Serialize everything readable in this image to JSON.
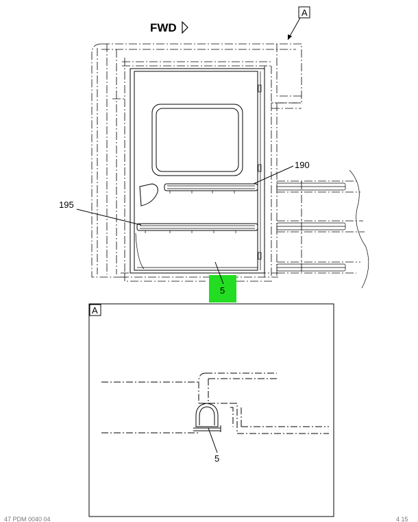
{
  "header": {
    "direction_label": "FWD"
  },
  "callouts": {
    "view_a_marker": "A",
    "part_190": "190",
    "part_195": "195",
    "part_5_highlight": "5",
    "detail_title": "A",
    "detail_part_5": "5"
  },
  "footer": {
    "left_text": "47 PDM 0040 04",
    "right_text": "4 15"
  },
  "colors": {
    "highlight": "#22dd22",
    "line": "#000000",
    "background": "#ffffff"
  }
}
